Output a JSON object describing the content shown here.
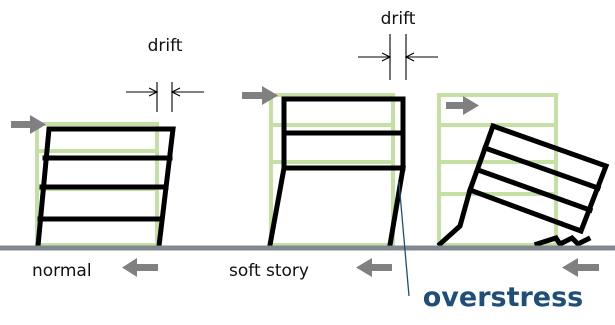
{
  "labels": {
    "drift_left": "drift",
    "drift_middle": "drift",
    "normal": "normal",
    "soft_story": "soft story",
    "overstress": "overstress"
  },
  "colors": {
    "ghost_outline": "#c5e0a5",
    "ground": "#808890",
    "arrow": "#808080",
    "building": "#000000",
    "overstress_text": "#1f4e79",
    "leader_line": "#1f4e79"
  }
}
